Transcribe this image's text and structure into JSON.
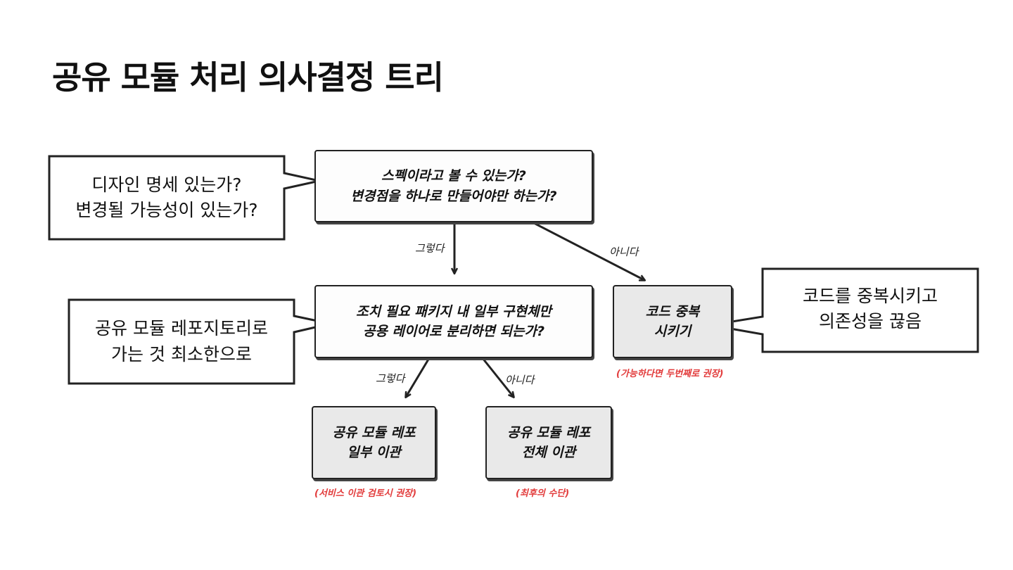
{
  "title": "공유 모듈 처리 의사결정 트리",
  "nodes": {
    "q1": "스펙이라고 볼 수 있는가?\n변경점을 하나로 만들어야만 하는가?",
    "q2": "조치 필요 패키지 내 일부 구현체만\n공용 레이어로 분리하면 되는가?",
    "dup": "코드 중복\n시키기",
    "partial": "공유 모듈 레포\n일부 이관",
    "full": "공유 모듈 레포\n전체 이관"
  },
  "edge_labels": {
    "q1_yes": "그렇다",
    "q1_no": "아니다",
    "q2_yes": "그렇다",
    "q2_no": "아니다"
  },
  "notes": {
    "dup": "(가능하다면 두번째로 권장)",
    "partial": "(서비스 이관 검토시 권장)",
    "full": "(최후의 수단)"
  },
  "callouts": {
    "c1": "디자인 명세 있는가?\n변경될 가능성이 있는가?",
    "c2": "공유 모듈 레포지토리로\n가는 것 최소한으로",
    "c3": "코드를 중복시키고\n의존성을 끊음"
  },
  "colors": {
    "note": "#e23b3b",
    "result_fill": "#e9e9e9",
    "stroke": "#222222"
  }
}
